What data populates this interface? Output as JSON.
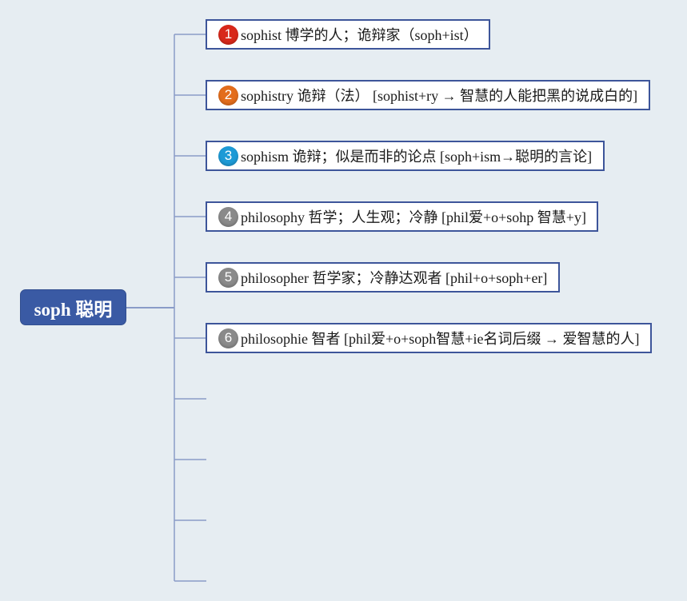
{
  "root": {
    "label": "soph 聪明",
    "color": "#3a5aa4"
  },
  "connector_color": "#8a9cc8",
  "branches": [
    {
      "number": "1",
      "badge_color": "#d8281a",
      "text": "sophist 博学的人；诡辩家（soph+ist）"
    },
    {
      "number": "2",
      "badge_color": "#e36d1c",
      "text": "sophistry 诡辩（法） [sophist+ry → 智慧的人能把黑的说成白的]"
    },
    {
      "number": "3",
      "badge_color": "#1d9ad6",
      "text": "sophism 诡辩；似是而非的论点 [soph+ism→聪明的言论]"
    },
    {
      "number": "4",
      "badge_color": "#8a8a8a",
      "text": "philosophy 哲学；人生观；冷静 [phil爱+o+sohp 智慧+y]"
    },
    {
      "number": "5",
      "badge_color": "#8a8a8a",
      "text": "philosopher 哲学家；冷静达观者 [phil+o+soph+er]"
    },
    {
      "number": "6",
      "badge_color": "#8a8a8a",
      "text": "philosophie 智者 [phil爱+o+soph智慧+ie名词后缀 → 爱智慧的人]"
    }
  ],
  "empty_branch_count": 4
}
